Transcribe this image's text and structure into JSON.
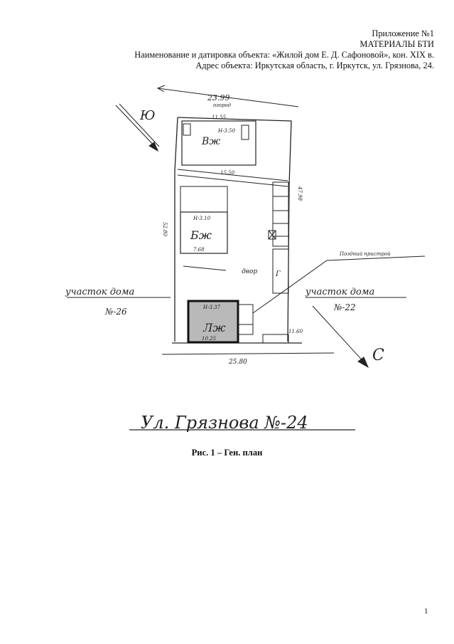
{
  "header": {
    "line1": "Приложение №1",
    "line2": "МАТЕРИАЛЫ БТИ",
    "line3": "Наименование и датировка объекта: «Жилой дом Е. Д. Сафоновой», кон. XIX в.",
    "line4": "Адрес объекта: Иркутская область, г. Иркутск, ул. Грязнова, 24."
  },
  "plan": {
    "north": "Ю",
    "south": "С",
    "street": "Ул. Грязнова №-24",
    "neighbor_left": "участок дома",
    "neighbor_left_no": "№-26",
    "neighbor_right": "участок дома",
    "neighbor_right_no": "№-22",
    "late_extension": "Поздний пристрой",
    "yard": "двор",
    "fence": "огород",
    "building_main": "Лж",
    "building_rear": "Вж",
    "building_mid": "Бж",
    "building_small": "Г",
    "dim_top": "23.99",
    "dim_bottom": "25.80",
    "dim_left": "52.80",
    "dim_right": "47.98",
    "dim_11_55": "11.55",
    "dim_15_50": "15.50",
    "dim_7_68": "7.68",
    "dim_10_25": "10.25",
    "dim_H_A": "Н-3.37",
    "dim_H_V": "Н-3.50",
    "dim_H_B": "Н-3.10",
    "dim_11_60": "11.60"
  },
  "caption": "Рис. 1 – Ген. план",
  "page_number": "1"
}
